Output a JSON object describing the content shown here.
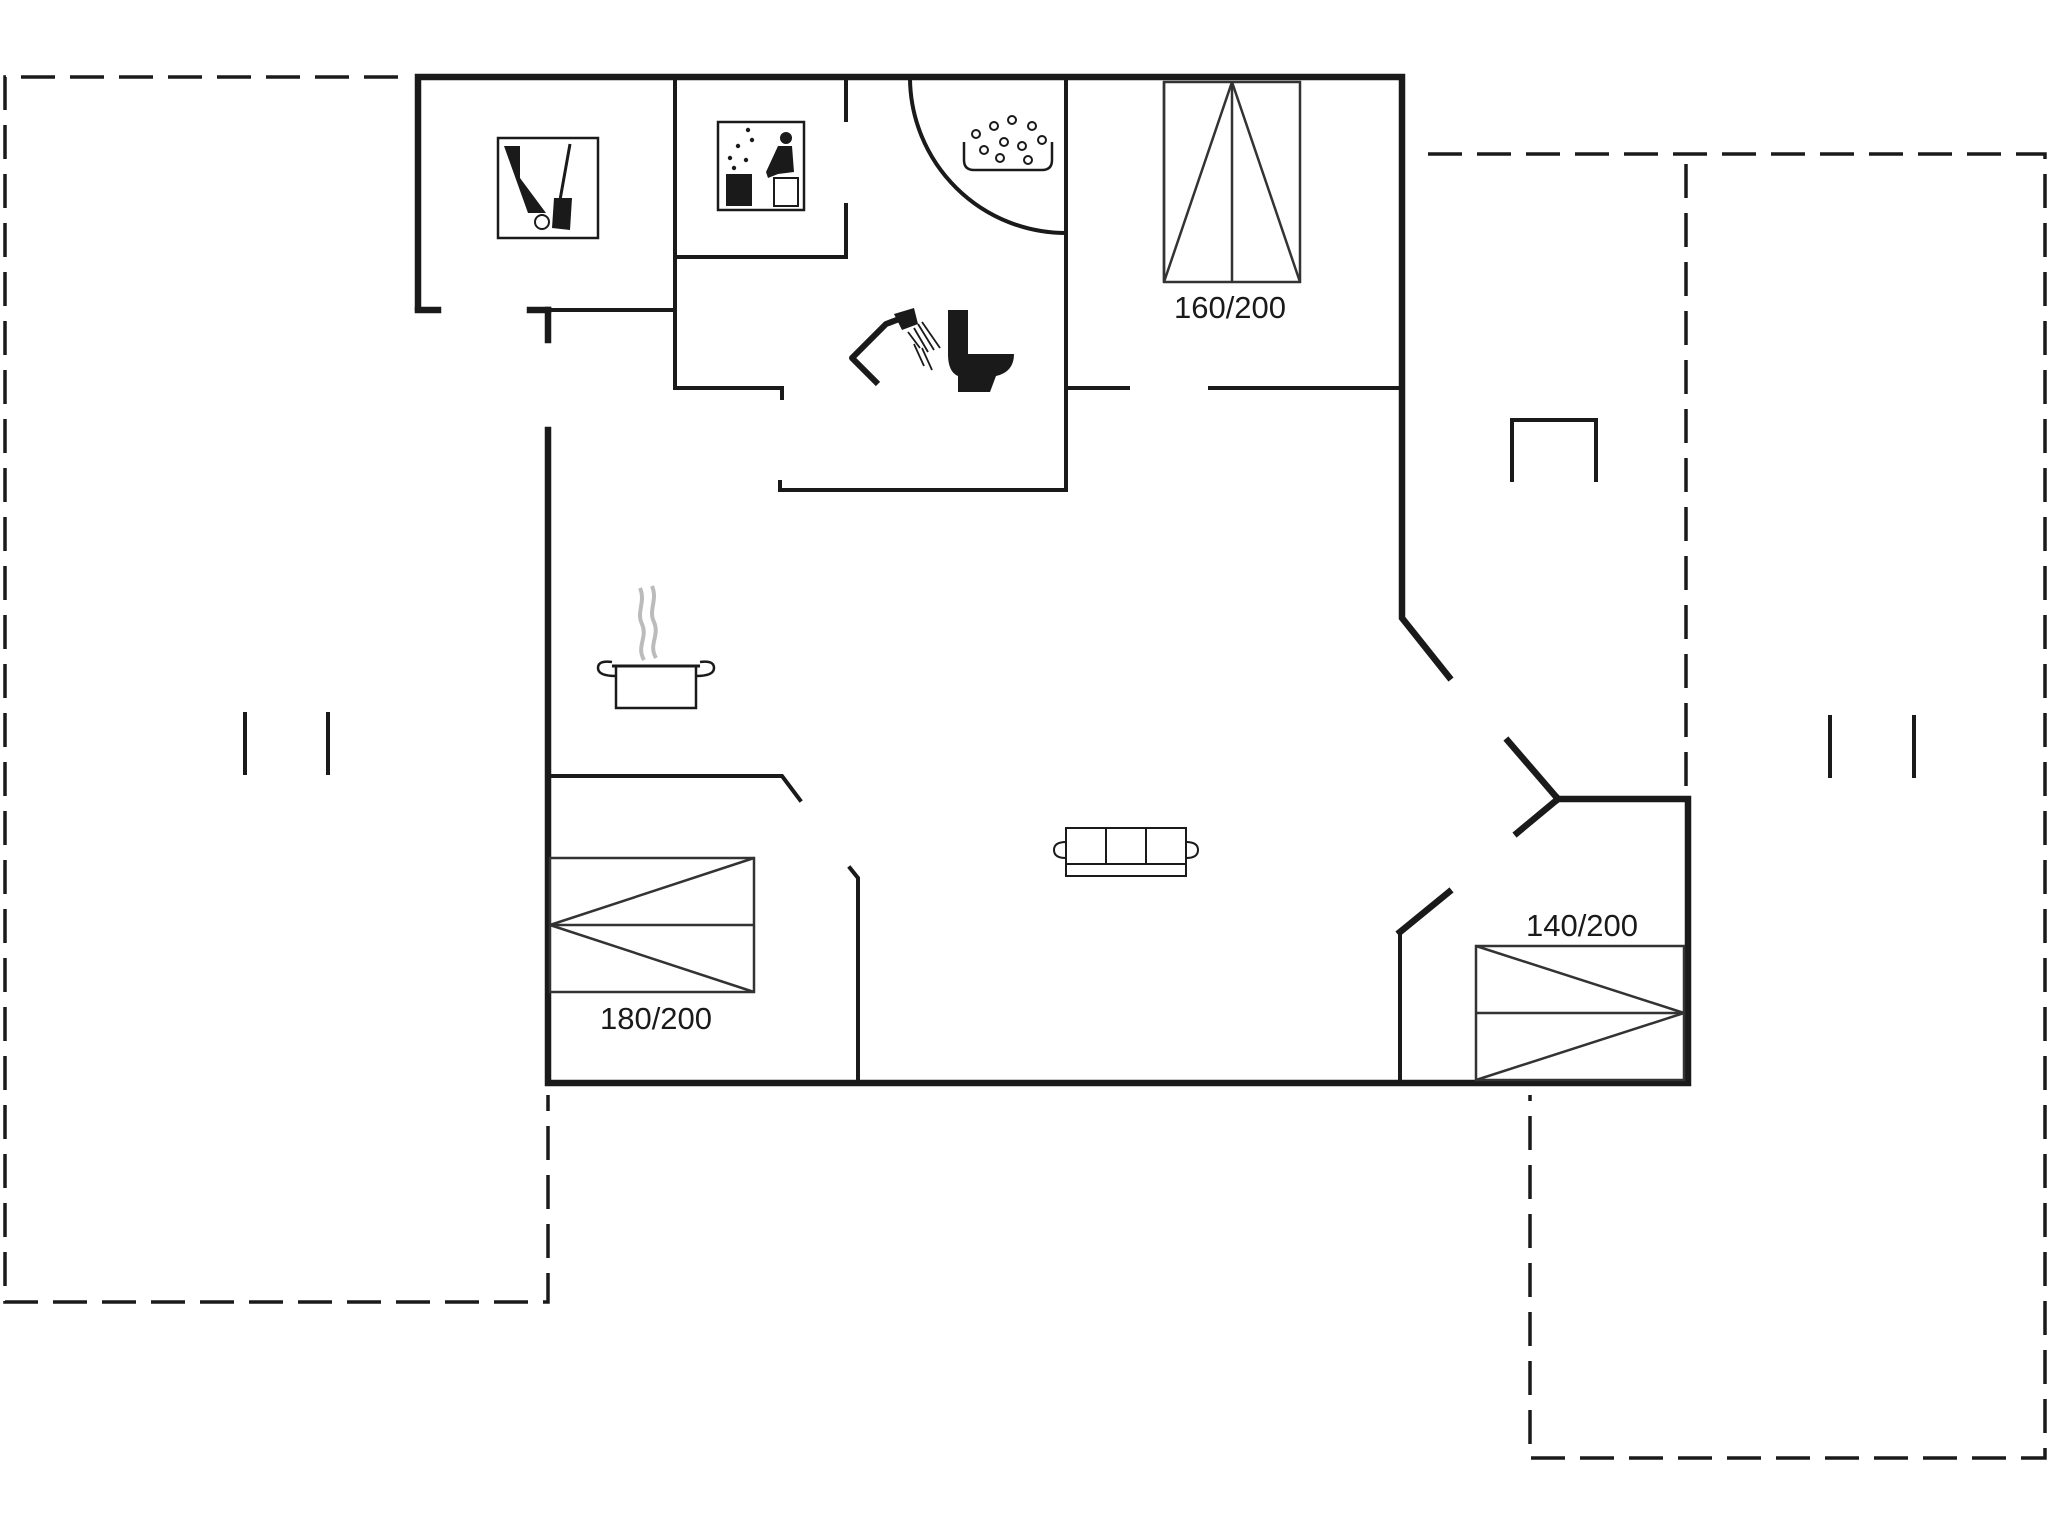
{
  "floorplan": {
    "beds": {
      "top": {
        "size_label": "160/200"
      },
      "left": {
        "size_label": "180/200"
      },
      "right": {
        "size_label": "140/200"
      }
    },
    "icons": {
      "utility": "utility-room-icon",
      "sauna": "sauna-icon",
      "spa": "spa-bath-icon",
      "shower": "shower-icon",
      "toilet": "toilet-icon",
      "kitchen": "cooking-pot-icon",
      "sofa": "sofa-icon"
    },
    "colors": {
      "line": "#1a1a1a",
      "background": "#ffffff"
    }
  }
}
